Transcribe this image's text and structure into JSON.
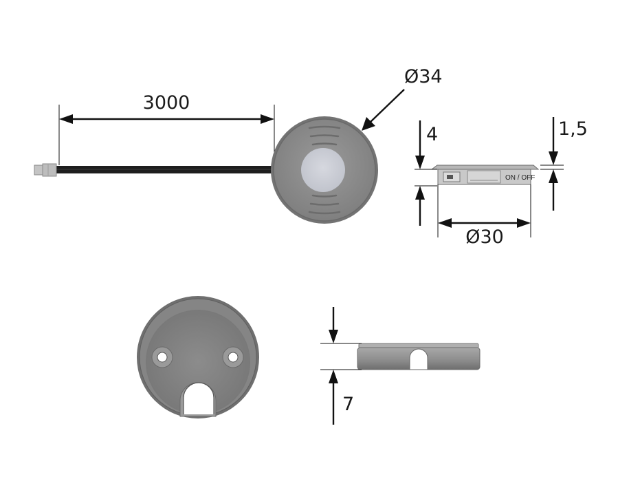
{
  "dimensions": {
    "cable_length": "3000",
    "outer_diameter": "Ø34",
    "inner_diameter": "Ø30",
    "side_height": "4",
    "lip_height": "1,5",
    "body_height": "7"
  },
  "labels": {
    "switch_marking": "ON / OFF"
  },
  "colors": {
    "housing": "#8a8a8a",
    "housing_dark": "#6f6f6f",
    "lens": "#c9ccd4",
    "cable": "#1e1e1e",
    "connector": "#bdbdbd",
    "line": "#111111"
  }
}
